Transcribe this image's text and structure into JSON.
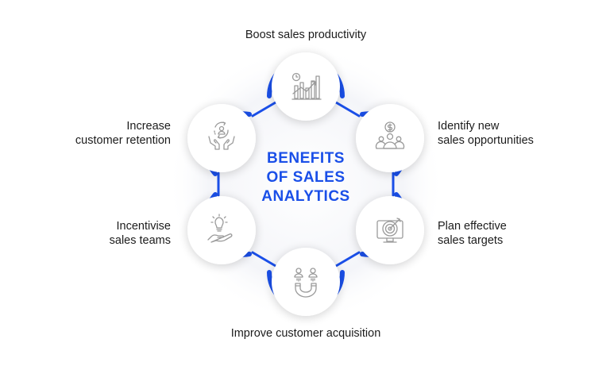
{
  "title": {
    "lines": [
      "BENEFITS",
      "OF SALES",
      "ANALYTICS"
    ],
    "color": "#1a4fe8"
  },
  "colors": {
    "accent": "#1a4fe8",
    "icon": "#9a9a9a",
    "node_fill": "#ffffff",
    "background": "#ffffff",
    "text": "#1c1c1c"
  },
  "nodes": [
    {
      "id": "top",
      "icon": "chart-growth-icon",
      "lines": [
        "Boost sales productivity"
      ]
    },
    {
      "id": "upper-right",
      "icon": "money-team-icon",
      "lines": [
        "Identify new",
        "sales opportunities"
      ]
    },
    {
      "id": "lower-right",
      "icon": "target-monitor-icon",
      "lines": [
        "Plan effective",
        "sales targets"
      ]
    },
    {
      "id": "bottom",
      "icon": "magnet-people-icon",
      "lines": [
        "Improve customer acquisition"
      ]
    },
    {
      "id": "lower-left",
      "icon": "hand-lightbulb-icon",
      "lines": [
        "Incentivise",
        "sales teams"
      ]
    },
    {
      "id": "upper-left",
      "icon": "hands-retention-icon",
      "lines": [
        "Increase",
        "customer retention"
      ]
    }
  ]
}
